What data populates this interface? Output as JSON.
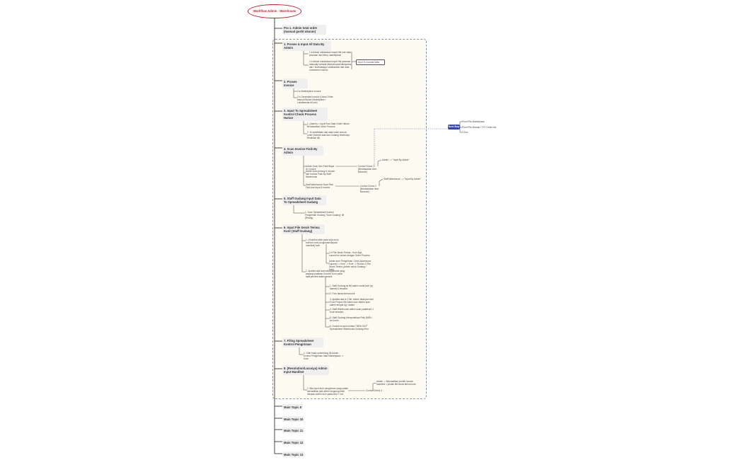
{
  "root": {
    "title": "Workflow Admin - Warehouse"
  },
  "colors": {
    "root": "#c0202a",
    "pill": "#3447a8",
    "region_bg": "#fdfbf1",
    "line": "#333333"
  },
  "topics": [
    "Pra 1. Admin total order (manual gosht ukuran)",
    "1. Proses & Input All Data By Admin",
    "2. Proses Invoice",
    "3. Input To Spreadsheet Kontrol Check Process Harian",
    "4. Scan Invoice Fisik By Admin",
    "5. Staff Gudang Input Data To Spreadsheet Gudang",
    "6. Input File Serah Terima Kurir (Staff Gudang)",
    "7. Filing Spreadsheet Kontrol Pengiriman",
    "8. (Resolution/Lucunya) Admin Input Manifest",
    "Main Topic 9",
    "Main Topic 10",
    "Main Topic 11",
    "Main Topic 12",
    "Main Topic 13"
  ],
  "subs": {
    "t1_a": "1.a Admin melakukan import file ordr data pesanan dari tiemy marketplace",
    "t1_b": "1.b Admin melakukan import file pesanan manually website tiktok/shopee/aliexpress dan / lk/whatsapp/ lokalbandar dari data customers/ lokonsi",
    "t1_box": "Input To Journal Data",
    "t2_a": "2.a Marketplace invoice",
    "t2_b": "2.b Generated Invoice (Untuk Order Manual Bukan Marketplace / Lokalbandar dll lain)",
    "t3_a": "1. (Admin) = Input Row Data Order Harian Berdasarkan Order Process",
    "t3_b": "2. Jk sebelitatan dari data untuk semua order (Submit data dan Gudang Workshop Realisasi dll)",
    "t4_a": "Admin Scan Non Fisik Biaya dr. Invoice",
    "t4_b": "Admin scan pulang & invoice dari Invoice Fisik By Staff Warehouse",
    "t4_c": "Staff Warehouse Scan Resi Fisik dari input & invoice",
    "t4_ctrl1": "Control Check 1 (Berdasarkan Item Barcode)",
    "t4_ctrl2": "Control Check 2 (Berdasarkan Item Barcode)",
    "t4_adm": "Admin --> \"Input By Admin\"",
    "t4_stf": "Staff Warehouse --> \"Input By Admin\"",
    "t5_a": "1. Scan Spreadsheet Kontrol Pengiriman Gudang \"Scan Gudang\" dll (Ready)",
    "t6_a": "1. (Gokubai silah pada sojo dulu) kurir/ex kurir pengiriman/kepala manifest) kurir",
    "t6_b": "1.b File Serah Terima - Kurir App, Laundri ex bukan dengan Order Process",
    "t6_c": "Admin kurir Pengiriman / Area Warehouse Laporan -> Kurir -> Kurir -> Rumah Jl File Serah Terima (Admin untuk Gudang / kurir)",
    "t6_d": "2. Apabila ada kurir/sebagaimana yang pegang/ pastikan Kurir/ex Kurir pada saat pendek dalam proses",
    "t6_e": "1. Staff Gudang isi file admin mulai kurir yg diambil & tercatat",
    "t6_f": "2. Foto tanda terima kurir",
    "t6_g": "3. Apabila ada le 2 file, Admin disimpan dari Form Project Hik Admin dan dikirim atas admin tempat dg / dalam",
    "t6_h": "4. Staff Warehouse admin scan pada/kurir 1 Kurir tersebut",
    "t6_i": "5. Staff Gudang Menyerahkan Fisik BARU ke Kurirs",
    "t6_j": "6. Double Invoice melalui \"NEW OUT\" Spreadsheet Warehouse Gudang Kirst",
    "t7_a": "1. Olah basic sinambung dk Admin - Kontrol Pengiriman data Marketplace -> Kurir",
    "t8_a": "1. Bila Input kurir pengiriman yang sudah berhasilkan jadi admin langsung lebih disusah Admin kurir pada lahd Y out",
    "t8_ctrl": "Control Check 3",
    "t8_res": "Admin -> Memastikan jumlah invoice manifest = jumlah file serah terima kurir",
    "pill": "Next Step",
    "right_1": "Proof File Marketplace",
    "right_2": "Proof File Manual / TXT Order link",
    "right_3": "3.Doc"
  }
}
